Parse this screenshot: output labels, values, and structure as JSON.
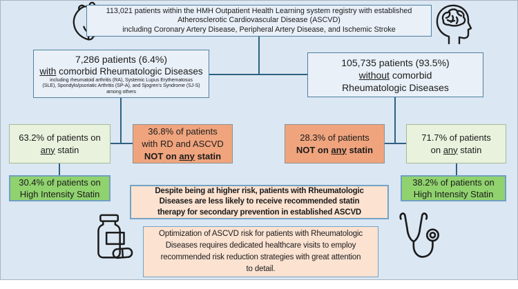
{
  "figure": {
    "title_box": {
      "lines": [
        "113,021 patients within the HMH Outpatient Health Learning system registry with established",
        "Atherosclerotic Cardiovascular Disease (ASCVD)",
        "including Coronary Artery Disease, Peripheral Artery Disease, and Ischemic Stroke"
      ]
    },
    "with_rd_box": {
      "line1": "7,286 patients (6.4%)",
      "line2_u": "with",
      "line2_rest": " comorbid Rheumatologic Diseases",
      "sub_lines": [
        "including rheumatoid arthritis (RA), Systemic Lupus Erythematosus",
        "(SLE), Spondylo/psoriatic Arthritis (SP-A), and Sjogren's Syndrome (SJ-S)",
        "among others"
      ]
    },
    "without_rd_box": {
      "line1": "105,735 patients (93.5%)",
      "line2_u": "without",
      "line2_rest": " comorbid",
      "line3": "Rheumatologic Diseases"
    },
    "rd_any_statin_box": {
      "line1": "63.2% of patients on",
      "line2_u": "any",
      "line2_post": " statin"
    },
    "rd_not_on_statin_box": {
      "line1": "36.8% of patients",
      "line2": "with RD and ASCVD",
      "line3_pre": "NOT on ",
      "line3_u": "any",
      "line3_post": " statin"
    },
    "no_rd_not_on_statin_box": {
      "line1": "28.3% of patients",
      "line2_pre": "NOT on ",
      "line2_u": "any",
      "line2_post": " statin"
    },
    "no_rd_any_statin_box": {
      "line1": "71.7% of patients",
      "line2_pre": "on ",
      "line2_u": "any",
      "line2_post": " statin"
    },
    "rd_high_intensity_box": {
      "line1": "30.4% of patients on",
      "line2": "High Intensity Statin"
    },
    "no_rd_high_intensity_box": {
      "line1": "38.2% of patients on",
      "line2": "High Intensity Statin"
    },
    "conclusion_box": {
      "lines": [
        "Despite being at higher risk, patients with Rheumatologic",
        "Diseases are less likely to receive recommended statin",
        "therapy for secondary prevention in established ASCVD"
      ]
    },
    "recommendation_box": {
      "lines": [
        "Optimization of ASCVD risk for patients with Rheumatologic",
        "Diseases requires dedicated healthcare visits to employ",
        "recommended risk reduction strategies with great attention",
        "to detail."
      ]
    },
    "icons": {
      "heart": "anatomical-heart",
      "brain_head": "head-profile-with-brain",
      "pill_bottle": "pill-bottle-with-capsule",
      "stethoscope": "stethoscope"
    },
    "colors": {
      "background": "#dbe7f3",
      "box_fill_blue": "#e9f0f8",
      "box_border_blue": "#4e7f9e",
      "connector": "#2d6081",
      "light_green_fill": "#e8f2dd",
      "light_green_border": "#a3ba97",
      "orange_fill": "#f0a47d",
      "orange_border": "#8e9190",
      "green_fill": "#90d26e",
      "green_border": "#6fa0c2",
      "peach_fill": "#fbe2d1",
      "peach_border": "#74a3c4",
      "text": "#1b1b1b"
    }
  }
}
